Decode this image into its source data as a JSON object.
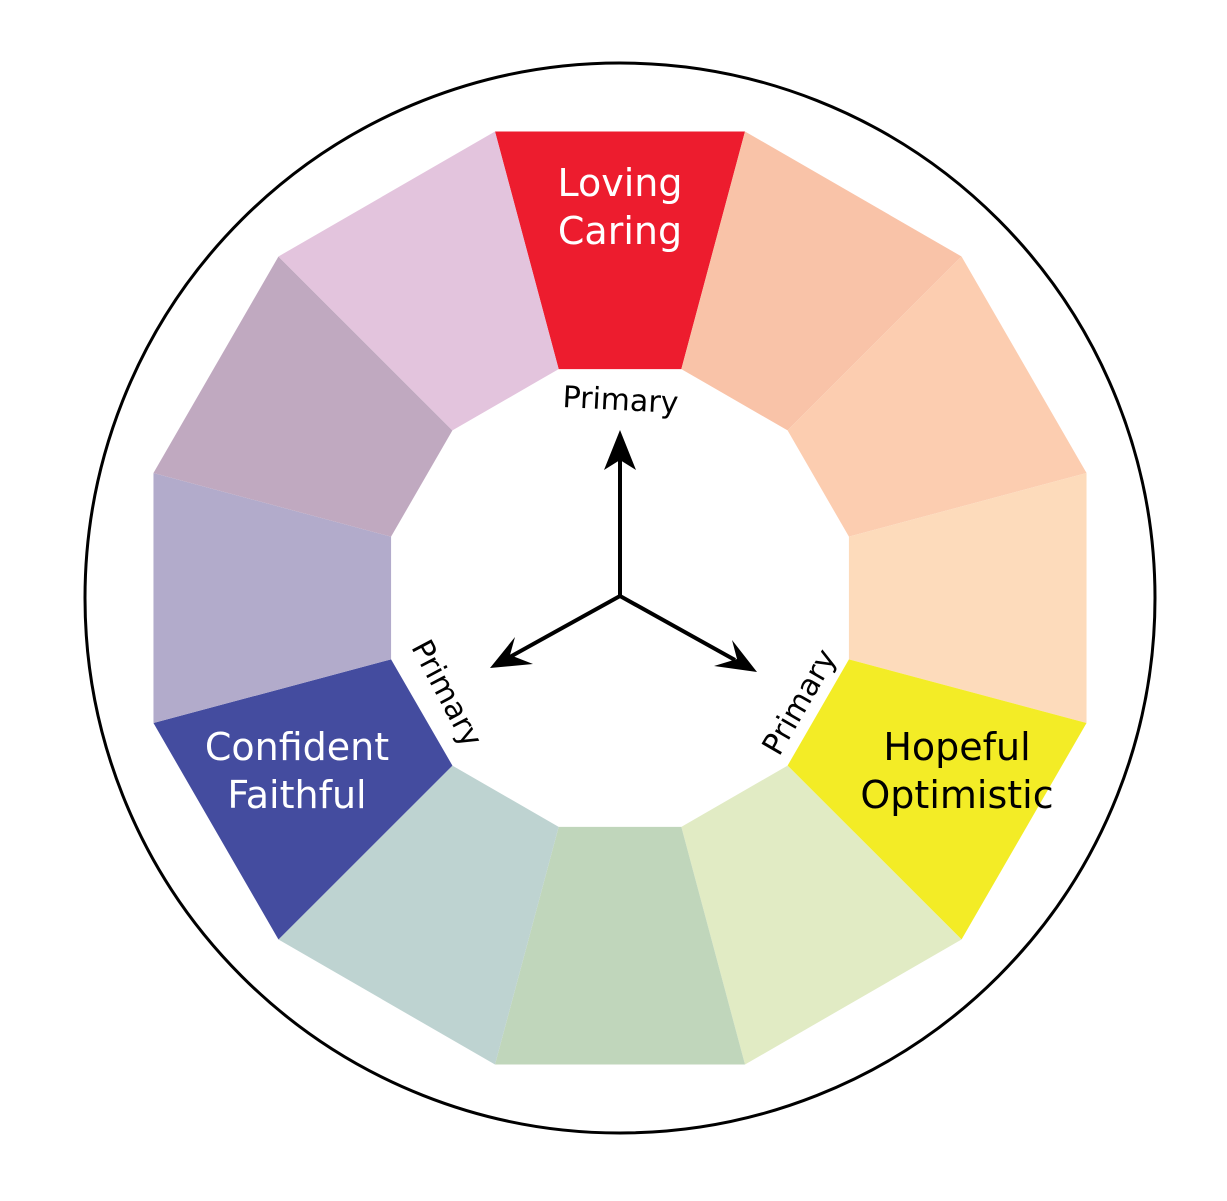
{
  "title": "Color wheel with primary emotions",
  "outline_color": "#000000",
  "segments": [
    {
      "name": "red",
      "color": "#ed1c2e",
      "lines": [
        "Loving",
        "Caring"
      ],
      "text_color": "#ffffff"
    },
    {
      "name": "red-orange",
      "color": "#f9c3a8",
      "lines": []
    },
    {
      "name": "orange",
      "color": "#fccdb0",
      "lines": []
    },
    {
      "name": "yellow-orange",
      "color": "#fddbbb",
      "lines": []
    },
    {
      "name": "yellow",
      "color": "#f3ec26",
      "lines": [
        "Hopeful",
        "Optimistic"
      ],
      "text_color": "#000000"
    },
    {
      "name": "yellow-green",
      "color": "#e1ebc4",
      "lines": []
    },
    {
      "name": "green",
      "color": "#c0d6bb",
      "lines": []
    },
    {
      "name": "blue-green",
      "color": "#bed3d1",
      "lines": []
    },
    {
      "name": "blue",
      "color": "#444c9f",
      "lines": [
        "Confident",
        "Faithful"
      ],
      "text_color": "#ffffff"
    },
    {
      "name": "blue-violet",
      "color": "#b2abcb",
      "lines": []
    },
    {
      "name": "violet",
      "color": "#c0a9c0",
      "lines": []
    },
    {
      "name": "red-violet",
      "color": "#e3c4dd",
      "lines": []
    }
  ],
  "primary_labels": [
    "Primary",
    "Primary",
    "Primary"
  ]
}
